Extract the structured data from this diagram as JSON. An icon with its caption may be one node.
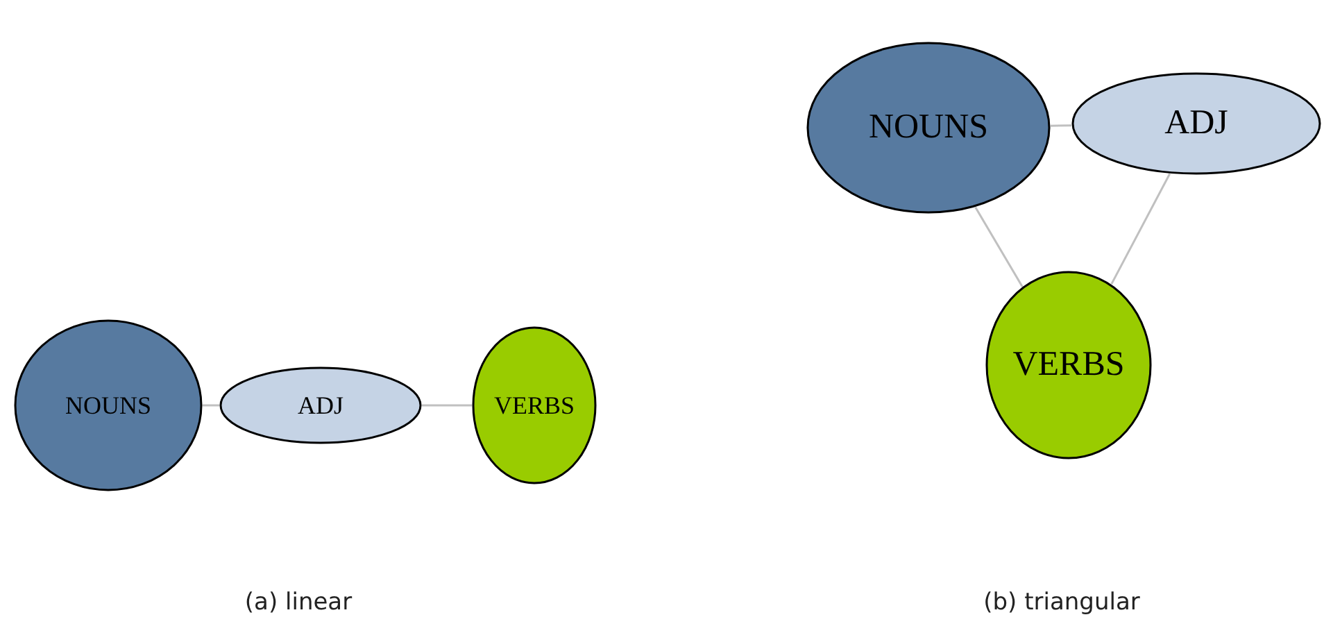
{
  "diagram": {
    "nodes": [
      {
        "text": [
          "NOUNS"
        ]
      },
      {
        "text": [
          "ADJ"
        ]
      },
      {
        "text": [
          "VERBS"
        ]
      },
      {
        "text": [
          "NOUNS"
        ]
      },
      {
        "text": [
          "ADJ"
        ]
      },
      {
        "text": [
          "VERBS"
        ]
      }
    ],
    "edges": [
      {
        "from": 0,
        "to": 1,
        "arrow": "none"
      },
      {
        "from": 1,
        "to": 2,
        "arrow": "none"
      },
      {
        "from": 3,
        "to": 4,
        "arrow": "none"
      },
      {
        "from": 3,
        "to": 5,
        "arrow": "none"
      },
      {
        "from": 4,
        "to": 5,
        "arrow": "none"
      }
    ],
    "labels": [
      "(a) linear",
      "(b) triangular"
    ]
  }
}
